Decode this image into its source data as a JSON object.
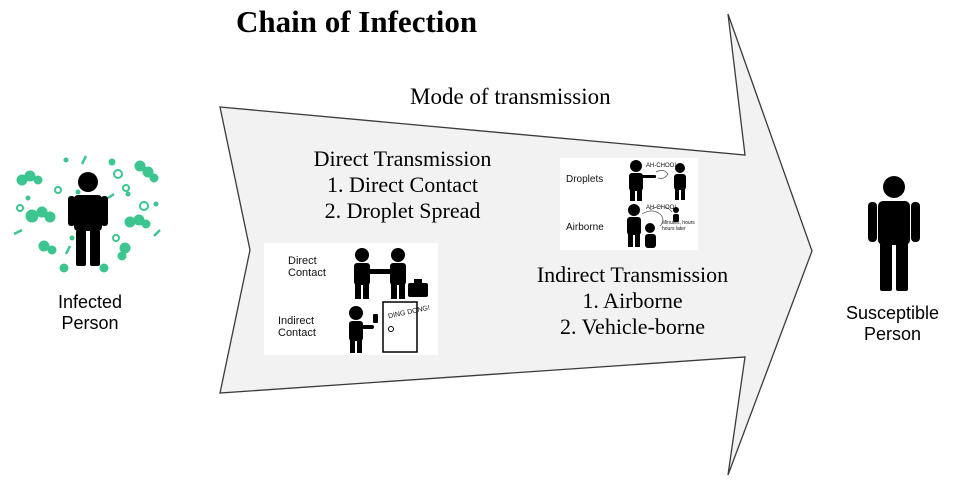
{
  "title": "Chain of Infection",
  "mode_label": "Mode of transmission",
  "direct": {
    "heading": "Direct Transmission",
    "items": [
      "1. Direct Contact",
      "2. Droplet Spread"
    ]
  },
  "indirect": {
    "heading": "Indirect Transmission",
    "items": [
      "1. Airborne",
      "2. Vehicle-borne"
    ]
  },
  "infected": {
    "line1": "Infected",
    "line2": "Person"
  },
  "susceptible": {
    "line1": "Susceptible",
    "line2": "Person"
  },
  "contact_panel": {
    "direct_line1": "Direct",
    "direct_line2": "Contact",
    "indirect_line1": "Indirect",
    "indirect_line2": "Contact",
    "door_text": "DING DONG!"
  },
  "air_panel": {
    "droplets": "Droplets",
    "airborne": "Airborne",
    "sneeze1": "AH-CHOO!",
    "sneeze2": "AH-CHOO!",
    "note_line1": "Minutes, hours",
    "note_line2": "hours later"
  },
  "colors": {
    "arrow_fill": "#f2f2f2",
    "arrow_stroke": "#3a3a3a",
    "germ": "#3cc58f",
    "figure": "#000000"
  }
}
